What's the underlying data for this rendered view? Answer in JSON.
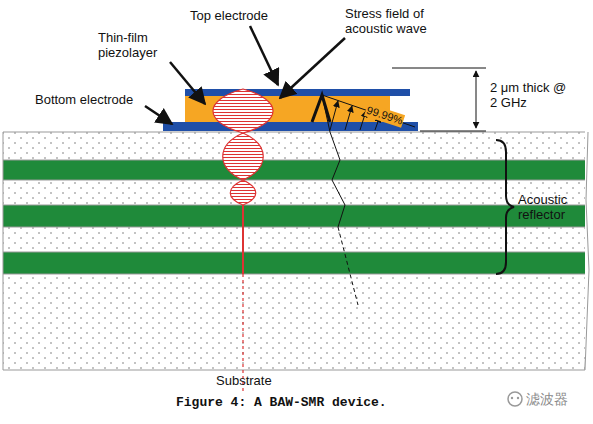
{
  "diagram": {
    "caption": "Figure 4: A BAW-SMR device.",
    "labels": [
      "Top electrode",
      "Stress field of acoustic wave",
      "Thin-film piezolayer",
      "Bottom electrode",
      "99.99%",
      "2 μm thick @ 2 GHz",
      "Acoustic reflector",
      "Substrate",
      "滤波器"
    ]
  }
}
